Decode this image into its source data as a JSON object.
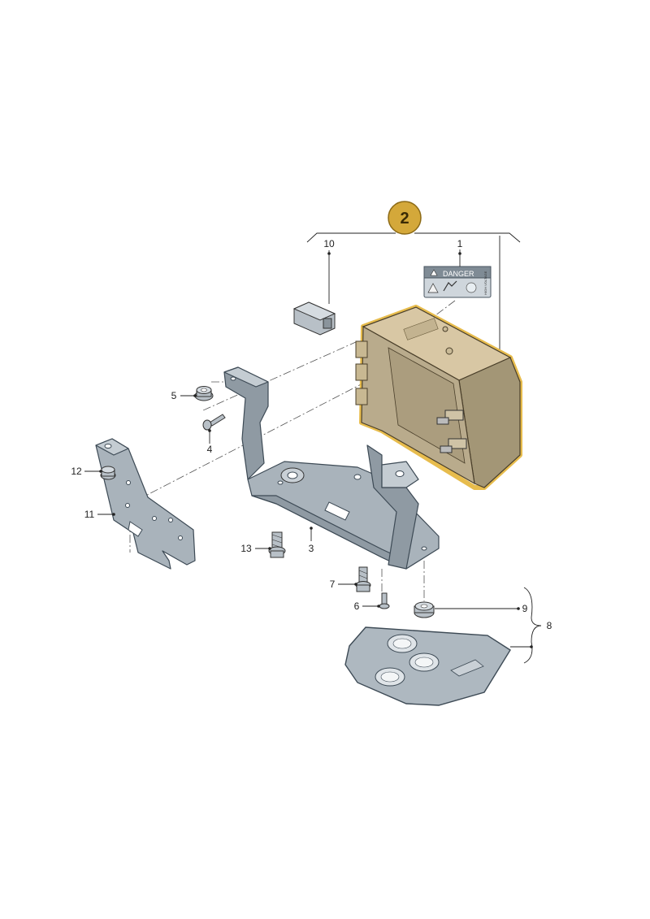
{
  "badge": {
    "number": "2",
    "color": "#d4a83a"
  },
  "label_sticker": {
    "danger_text": "DANGER",
    "side_text": "HIGH VOLTAGE"
  },
  "callouts": [
    {
      "id": "c1",
      "text": "1"
    },
    {
      "id": "c3",
      "text": "3"
    },
    {
      "id": "c4",
      "text": "4"
    },
    {
      "id": "c5",
      "text": "5"
    },
    {
      "id": "c6",
      "text": "6"
    },
    {
      "id": "c7",
      "text": "7"
    },
    {
      "id": "c8",
      "text": "8"
    },
    {
      "id": "c9",
      "text": "9"
    },
    {
      "id": "c10",
      "text": "10"
    },
    {
      "id": "c11",
      "text": "11"
    },
    {
      "id": "c12",
      "text": "12"
    },
    {
      "id": "c13",
      "text": "13"
    }
  ],
  "colors": {
    "highlight": "#e4b53a",
    "bracket_metal": "#a9b3bb",
    "unit_body": "#d8c7a4"
  }
}
